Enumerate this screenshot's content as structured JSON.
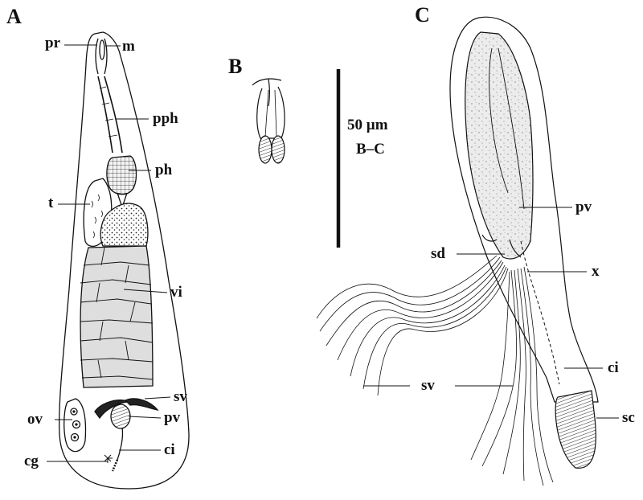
{
  "panels": {
    "a": "A",
    "b": "B",
    "c": "C"
  },
  "labels_a": {
    "pr": "pr",
    "m": "m",
    "pph": "pph",
    "ph": "ph",
    "t": "t",
    "vi": "vi",
    "sv": "sv",
    "ov": "ov",
    "pv": "pv",
    "cg": "cg",
    "ci": "ci"
  },
  "labels_c": {
    "pv": "pv",
    "sd": "sd",
    "x": "x",
    "sv": "sv",
    "ci": "ci",
    "sc": "sc"
  },
  "scale_bar": {
    "length": "50 µm",
    "applies_to": "B–C"
  },
  "colors": {
    "ink": "#111111",
    "stipple_fill": "#e6e6e6",
    "vitellaria_fill": "#dcdcdc",
    "paper": "#ffffff"
  }
}
